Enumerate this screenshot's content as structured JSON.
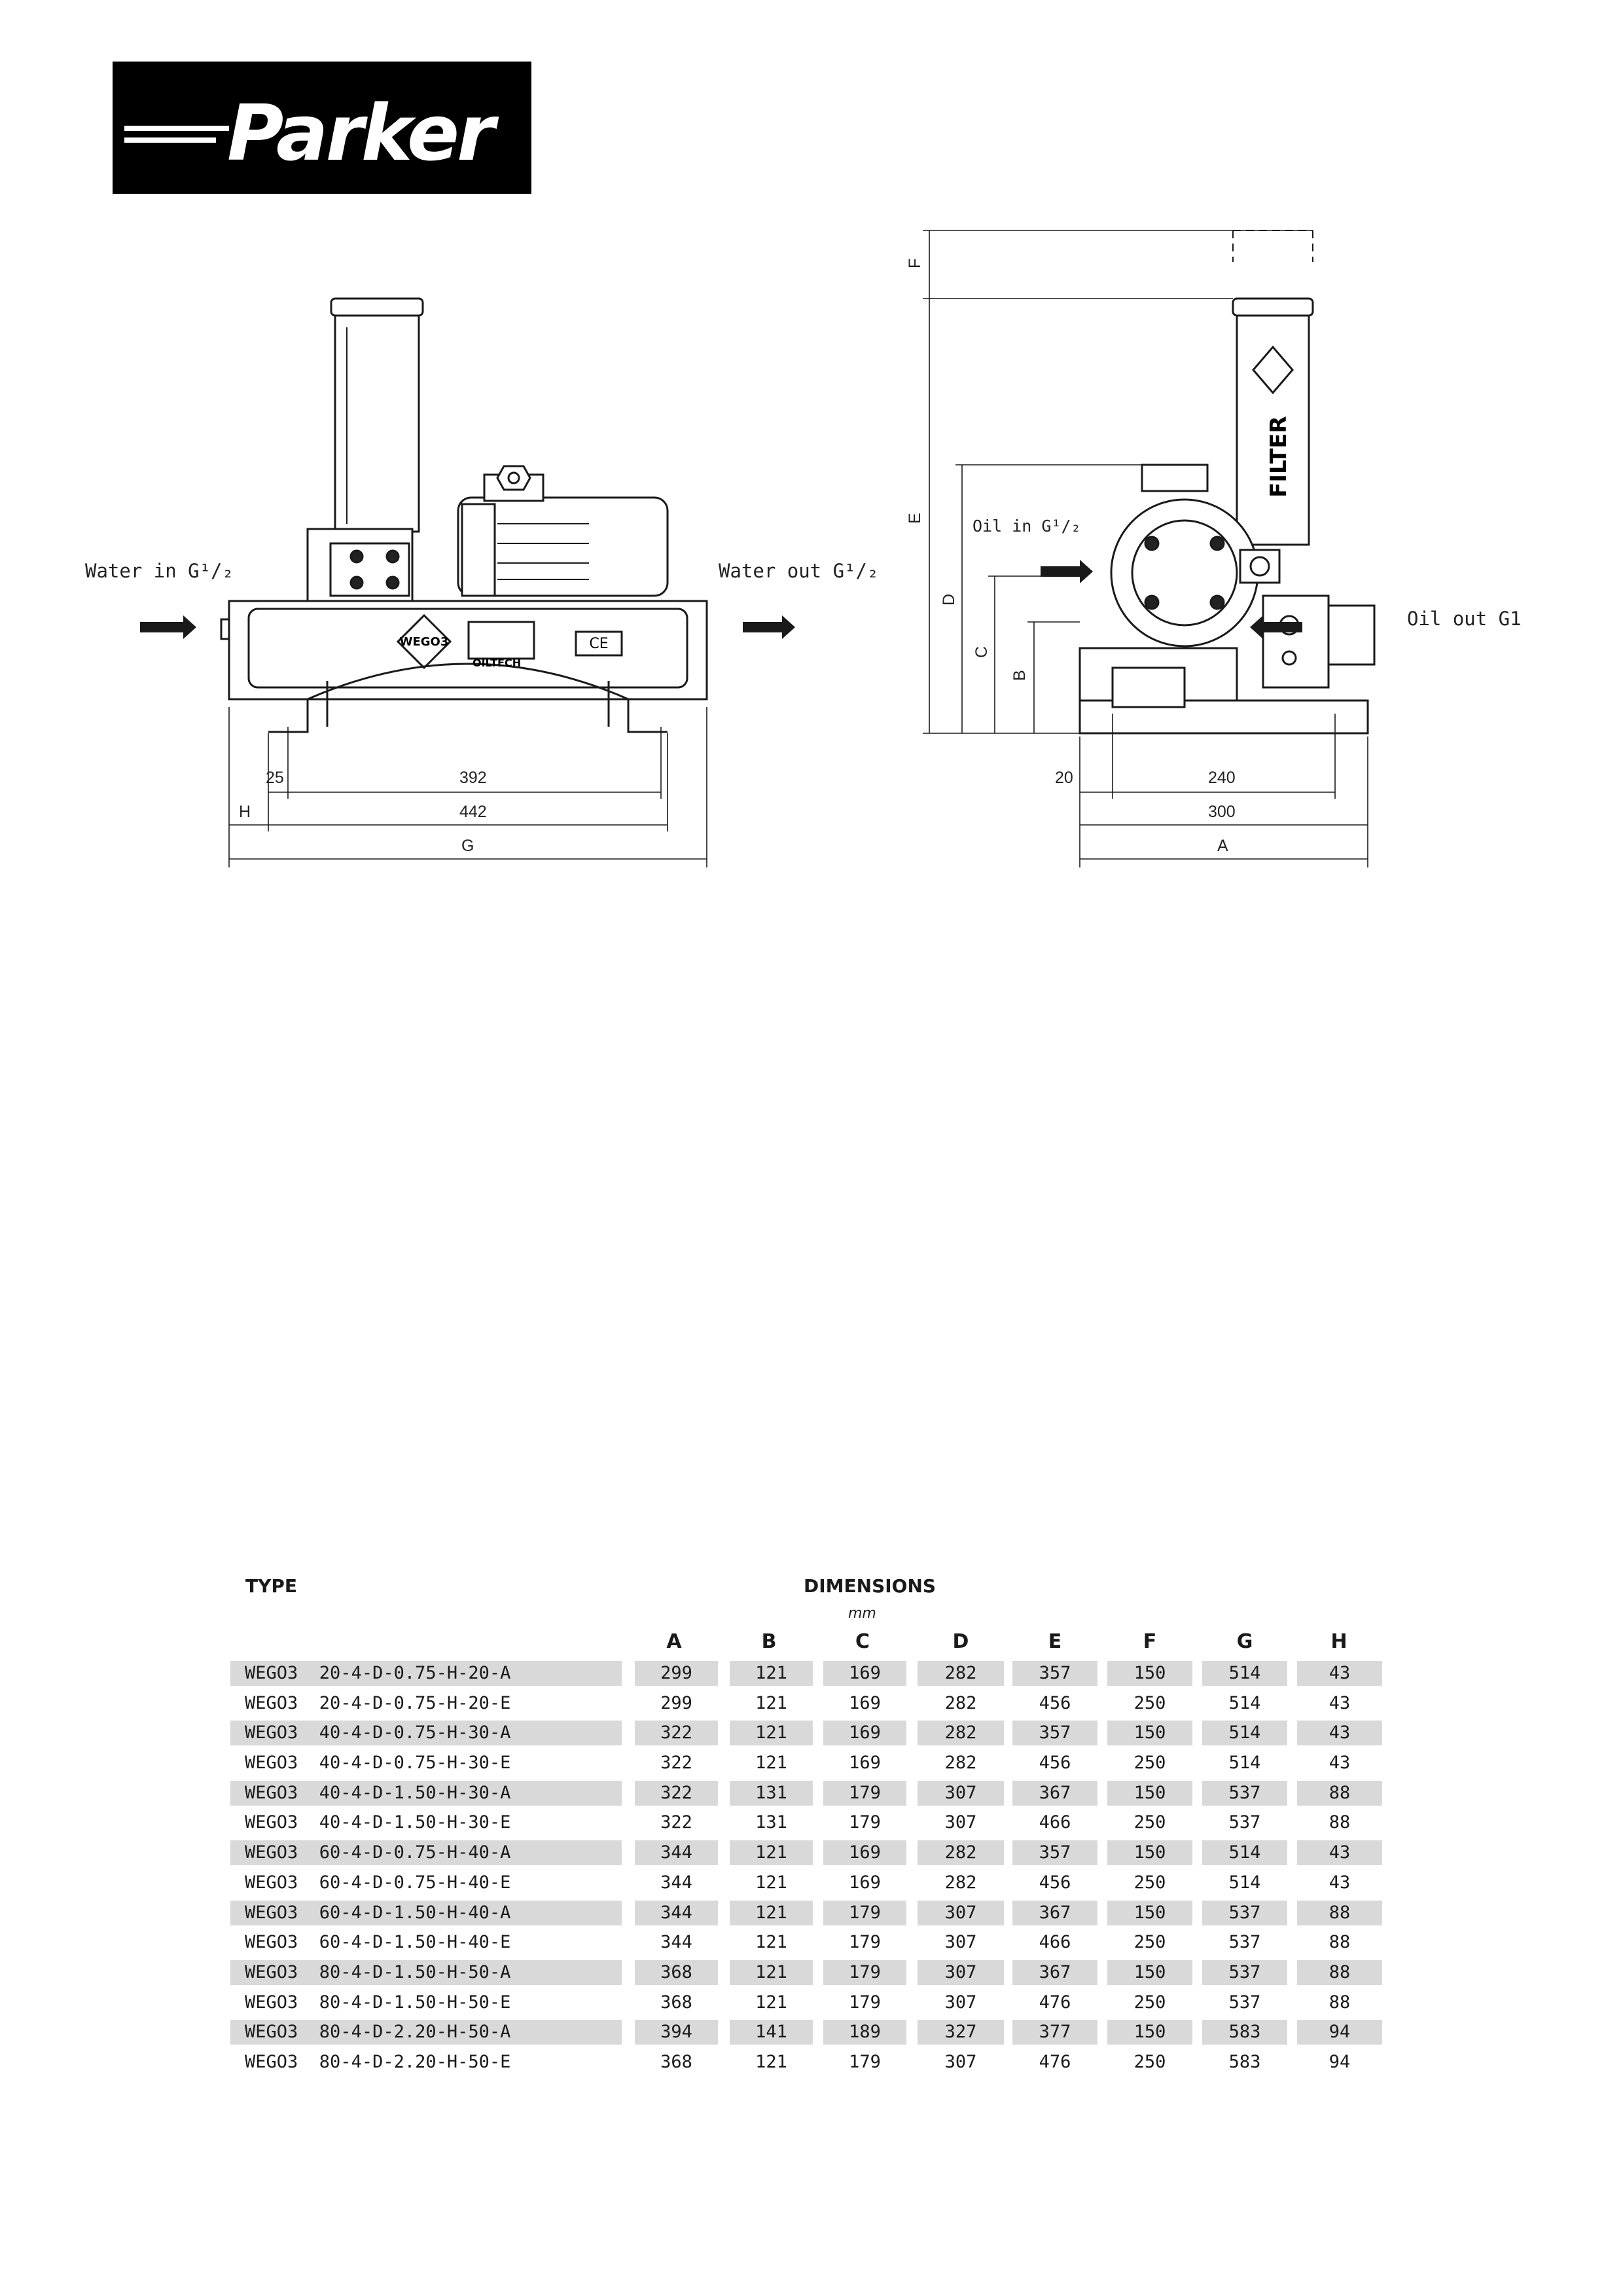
{
  "logo": {
    "text": "Parker"
  },
  "drawing": {
    "labels": {
      "water_in": "Water in G¹/₂",
      "water_out": "Water out G¹/₂",
      "oil_in": "Oil in G¹/₂",
      "oil_out": "Oil out G1"
    },
    "front_dims": {
      "d25": "25",
      "d392": "392",
      "dH": "H",
      "d442": "442",
      "dG": "G"
    },
    "side_dims": {
      "d20": "20",
      "d240": "240",
      "d300": "300",
      "dA": "A",
      "dF": "F",
      "dE": "E",
      "dD": "D",
      "dC": "C",
      "dB": "B"
    },
    "plate_texts": {
      "brand": "OILTECH",
      "model": "WEGO3",
      "ce": "CE",
      "filter": "FILTER"
    }
  },
  "table": {
    "type_header": "TYPE",
    "dims_header": "DIMENSIONS",
    "unit": "mm",
    "columns": [
      "A",
      "B",
      "C",
      "D",
      "E",
      "F",
      "G",
      "H"
    ],
    "rows": [
      {
        "prefix": "WEGO3",
        "model": "20-4-D-0.75-H-20-A",
        "values": [
          "299",
          "121",
          "169",
          "282",
          "357",
          "150",
          "514",
          "43"
        ]
      },
      {
        "prefix": "WEGO3",
        "model": "20-4-D-0.75-H-20-E",
        "values": [
          "299",
          "121",
          "169",
          "282",
          "456",
          "250",
          "514",
          "43"
        ]
      },
      {
        "prefix": "WEGO3",
        "model": "40-4-D-0.75-H-30-A",
        "values": [
          "322",
          "121",
          "169",
          "282",
          "357",
          "150",
          "514",
          "43"
        ]
      },
      {
        "prefix": "WEGO3",
        "model": "40-4-D-0.75-H-30-E",
        "values": [
          "322",
          "121",
          "169",
          "282",
          "456",
          "250",
          "514",
          "43"
        ]
      },
      {
        "prefix": "WEGO3",
        "model": "40-4-D-1.50-H-30-A",
        "values": [
          "322",
          "131",
          "179",
          "307",
          "367",
          "150",
          "537",
          "88"
        ]
      },
      {
        "prefix": "WEGO3",
        "model": "40-4-D-1.50-H-30-E",
        "values": [
          "322",
          "131",
          "179",
          "307",
          "466",
          "250",
          "537",
          "88"
        ]
      },
      {
        "prefix": "WEGO3",
        "model": "60-4-D-0.75-H-40-A",
        "values": [
          "344",
          "121",
          "169",
          "282",
          "357",
          "150",
          "514",
          "43"
        ]
      },
      {
        "prefix": "WEGO3",
        "model": "60-4-D-0.75-H-40-E",
        "values": [
          "344",
          "121",
          "169",
          "282",
          "456",
          "250",
          "514",
          "43"
        ]
      },
      {
        "prefix": "WEGO3",
        "model": "60-4-D-1.50-H-40-A",
        "values": [
          "344",
          "121",
          "179",
          "307",
          "367",
          "150",
          "537",
          "88"
        ]
      },
      {
        "prefix": "WEGO3",
        "model": "60-4-D-1.50-H-40-E",
        "values": [
          "344",
          "121",
          "179",
          "307",
          "466",
          "250",
          "537",
          "88"
        ]
      },
      {
        "prefix": "WEGO3",
        "model": "80-4-D-1.50-H-50-A",
        "values": [
          "368",
          "121",
          "179",
          "307",
          "367",
          "150",
          "537",
          "88"
        ]
      },
      {
        "prefix": "WEGO3",
        "model": "80-4-D-1.50-H-50-E",
        "values": [
          "368",
          "121",
          "179",
          "307",
          "476",
          "250",
          "537",
          "88"
        ]
      },
      {
        "prefix": "WEGO3",
        "model": "80-4-D-2.20-H-50-A",
        "values": [
          "394",
          "141",
          "189",
          "327",
          "377",
          "150",
          "583",
          "94"
        ]
      },
      {
        "prefix": "WEGO3",
        "model": "80-4-D-2.20-H-50-E",
        "values": [
          "368",
          "121",
          "179",
          "307",
          "476",
          "250",
          "583",
          "94"
        ]
      }
    ]
  }
}
